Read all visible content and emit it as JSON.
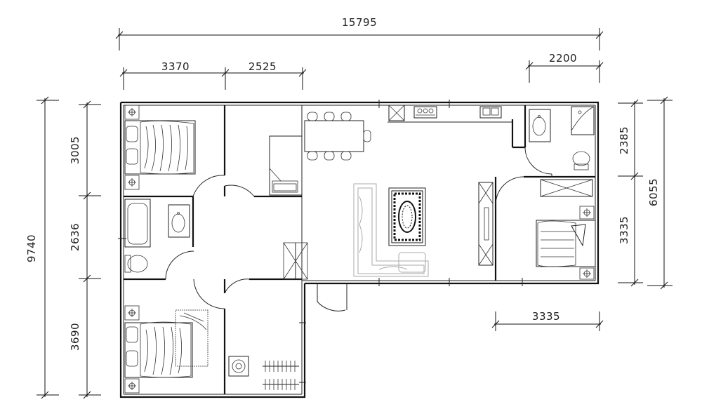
{
  "dimensions": {
    "overall_width": "15795",
    "overall_depth": "9740",
    "top_left_room": "3370",
    "top_mid_room": "2525",
    "top_right_room": "2200",
    "bottom_right_room": "3335",
    "left_upper": "3005",
    "left_middle": "2636",
    "left_lower": "3690",
    "right_upper": "2385",
    "right_lower": "3335",
    "right_total": "6055"
  },
  "colors": {
    "wall": "#111111",
    "line": "#222222",
    "furniture_gray": "#aaaaaa",
    "background": "#ffffff"
  }
}
